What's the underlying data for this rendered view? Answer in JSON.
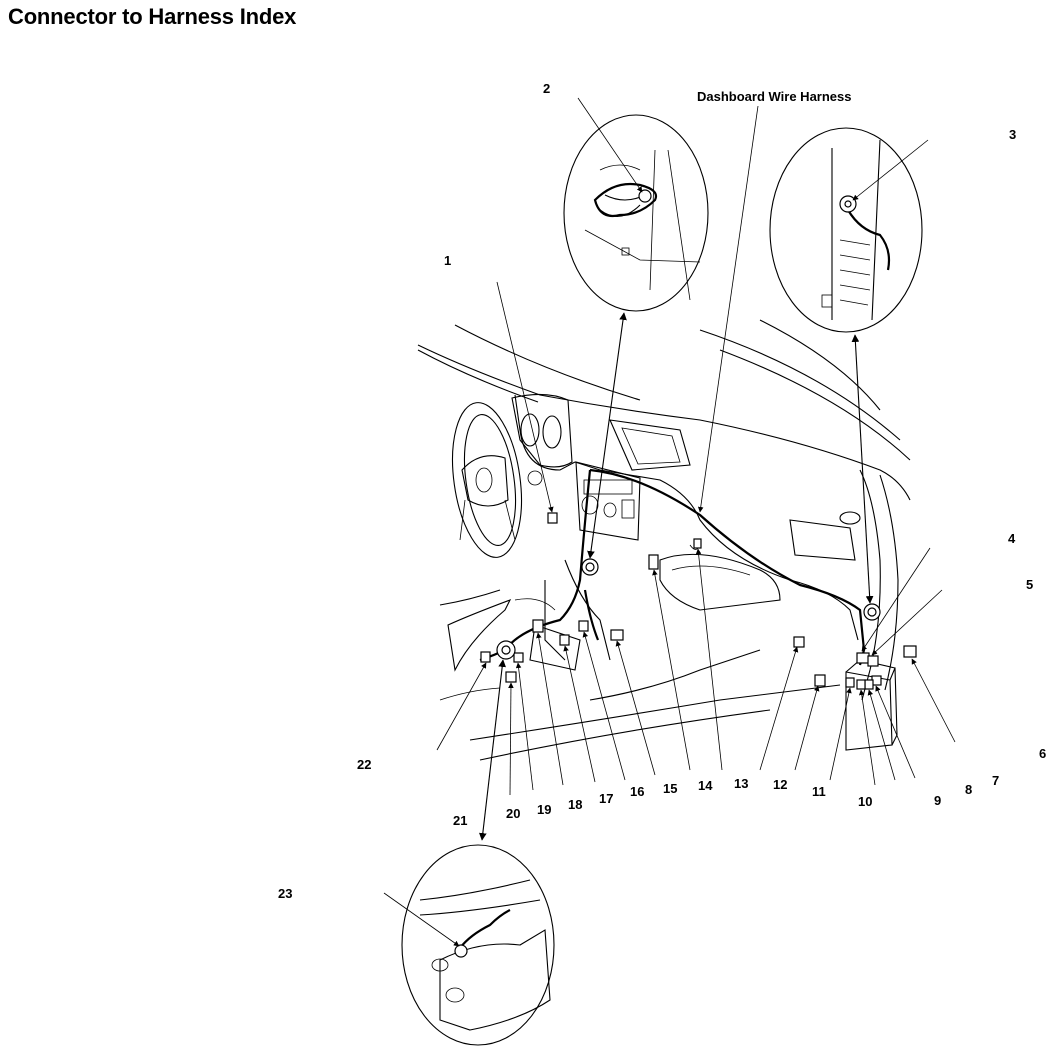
{
  "title": "Connector to Harness Index",
  "harness_label": "Dashboard Wire Harness",
  "callouts": [
    "1",
    "2",
    "3",
    "4",
    "5",
    "6",
    "7",
    "8",
    "9",
    "10",
    "11",
    "12",
    "13",
    "14",
    "15",
    "16",
    "17",
    "18",
    "19",
    "20",
    "21",
    "22",
    "23"
  ]
}
